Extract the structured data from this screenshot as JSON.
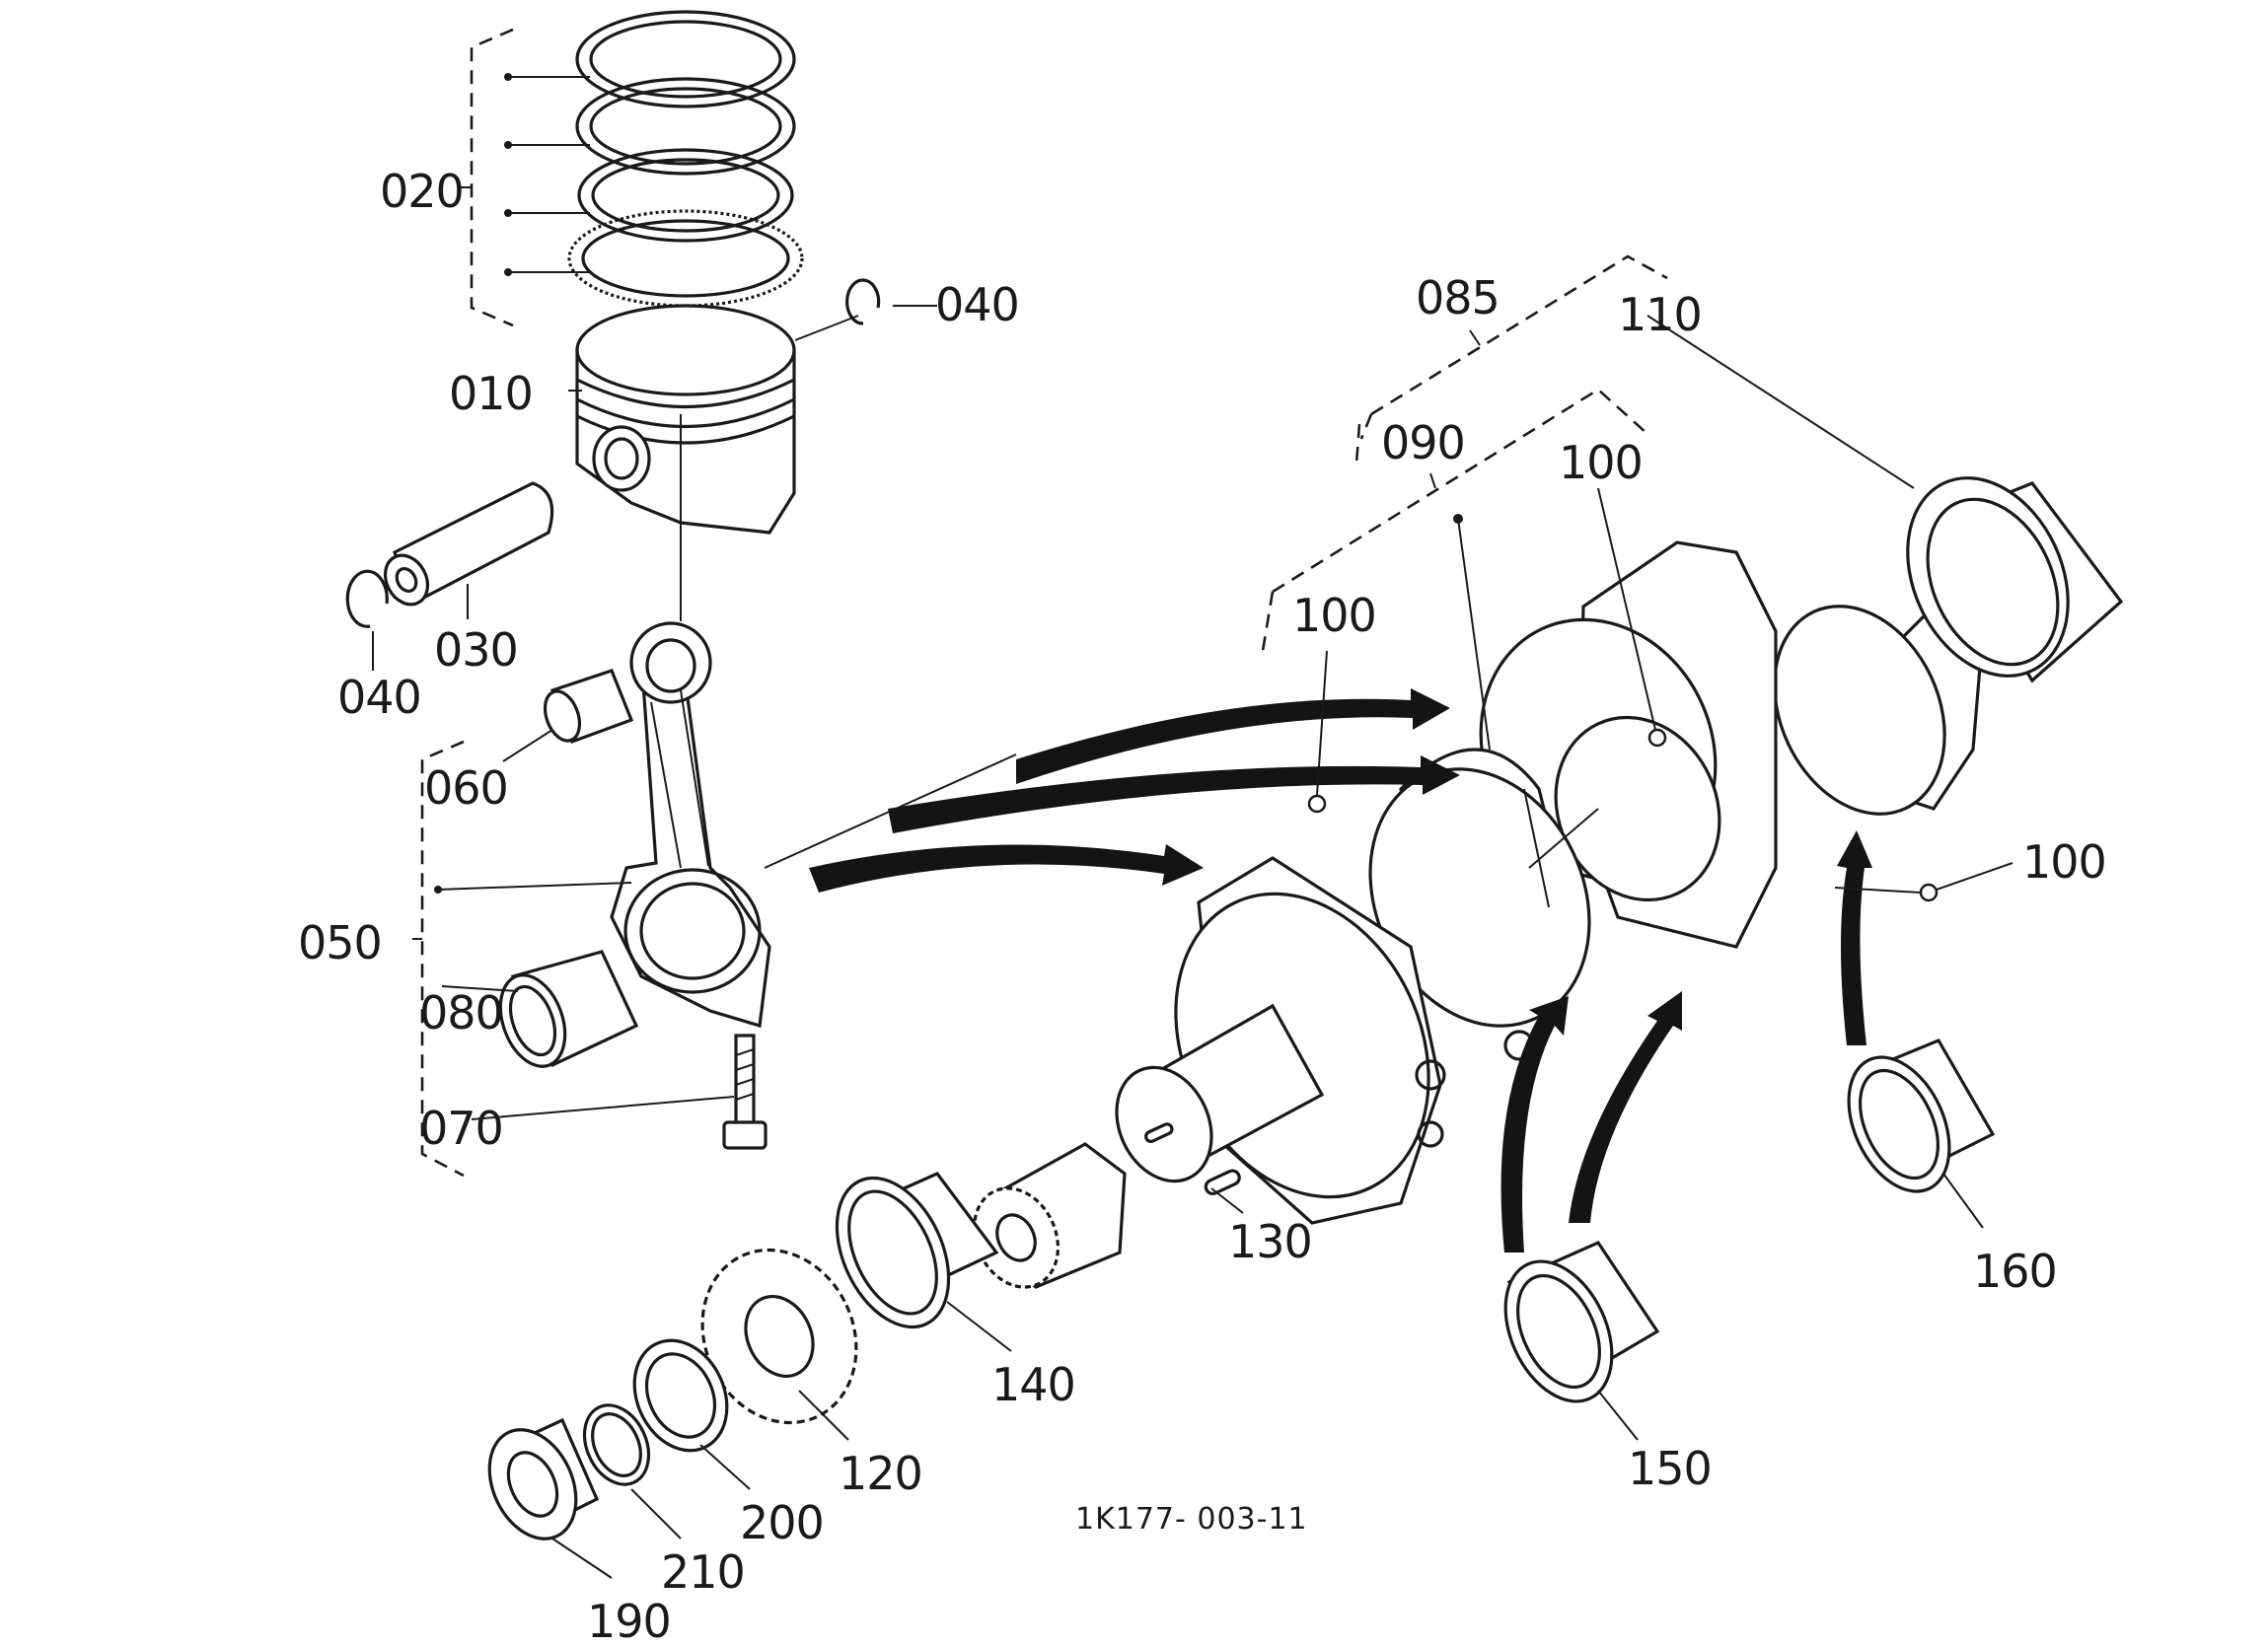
{
  "diagram": {
    "drawing_code": "1K177- 003-11",
    "labels": {
      "p010": "010",
      "p020": "020",
      "p030": "030",
      "p040a": "040",
      "p040b": "040",
      "p050": "050",
      "p060": "060",
      "p070": "070",
      "p080": "080",
      "p085": "085",
      "p090": "090",
      "p100a": "100",
      "p100b": "100",
      "p100c": "100",
      "p110": "110",
      "p120": "120",
      "p130": "130",
      "p140": "140",
      "p150": "150",
      "p160": "160",
      "p190": "190",
      "p200": "200",
      "p210": "210"
    }
  }
}
